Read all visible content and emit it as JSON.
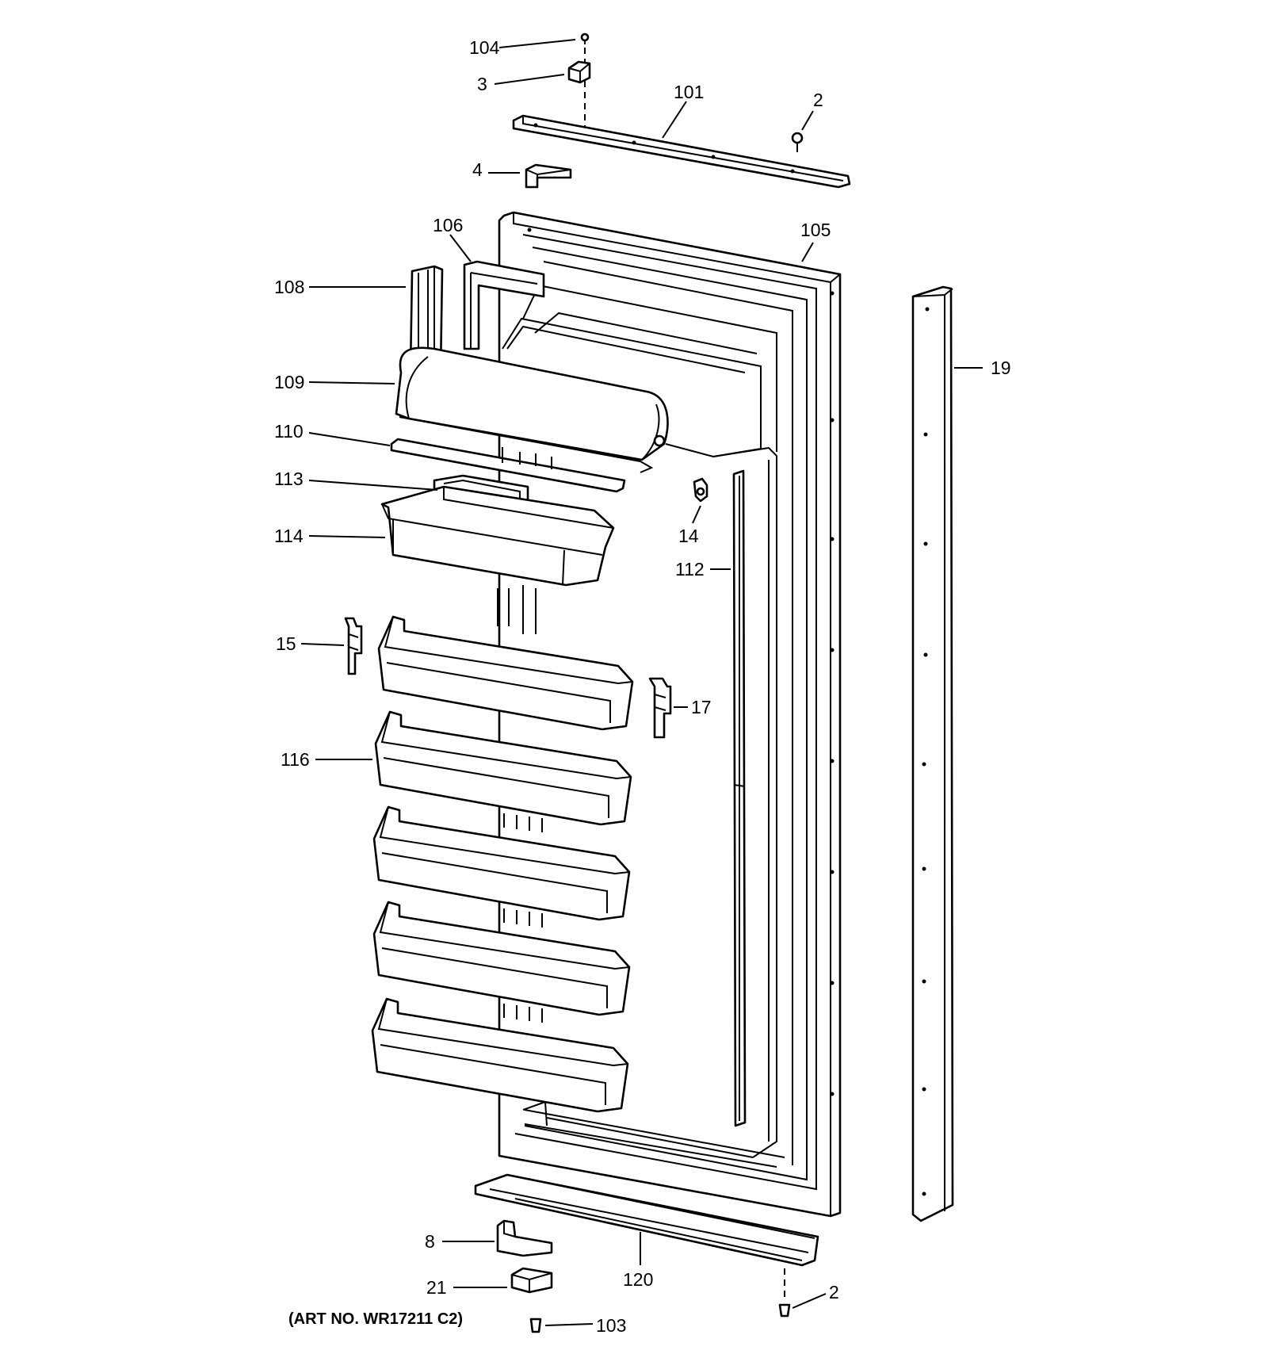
{
  "diagram": {
    "art_number": "(ART NO. WR17211 C2)",
    "callouts": [
      {
        "id": "c104",
        "label": "104"
      },
      {
        "id": "c3",
        "label": "3"
      },
      {
        "id": "c101",
        "label": "101"
      },
      {
        "id": "c2top",
        "label": "2"
      },
      {
        "id": "c4",
        "label": "4"
      },
      {
        "id": "c106",
        "label": "106"
      },
      {
        "id": "c105",
        "label": "105"
      },
      {
        "id": "c108",
        "label": "108"
      },
      {
        "id": "c19",
        "label": "19"
      },
      {
        "id": "c109",
        "label": "109"
      },
      {
        "id": "c110",
        "label": "110"
      },
      {
        "id": "c113",
        "label": "113"
      },
      {
        "id": "c14",
        "label": "14"
      },
      {
        "id": "c114",
        "label": "114"
      },
      {
        "id": "c112",
        "label": "112"
      },
      {
        "id": "c15",
        "label": "15"
      },
      {
        "id": "c17",
        "label": "17"
      },
      {
        "id": "c116",
        "label": "116"
      },
      {
        "id": "c8",
        "label": "8"
      },
      {
        "id": "c120",
        "label": "120"
      },
      {
        "id": "c21",
        "label": "21"
      },
      {
        "id": "c2bot",
        "label": "2"
      },
      {
        "id": "c103",
        "label": "103"
      }
    ]
  }
}
